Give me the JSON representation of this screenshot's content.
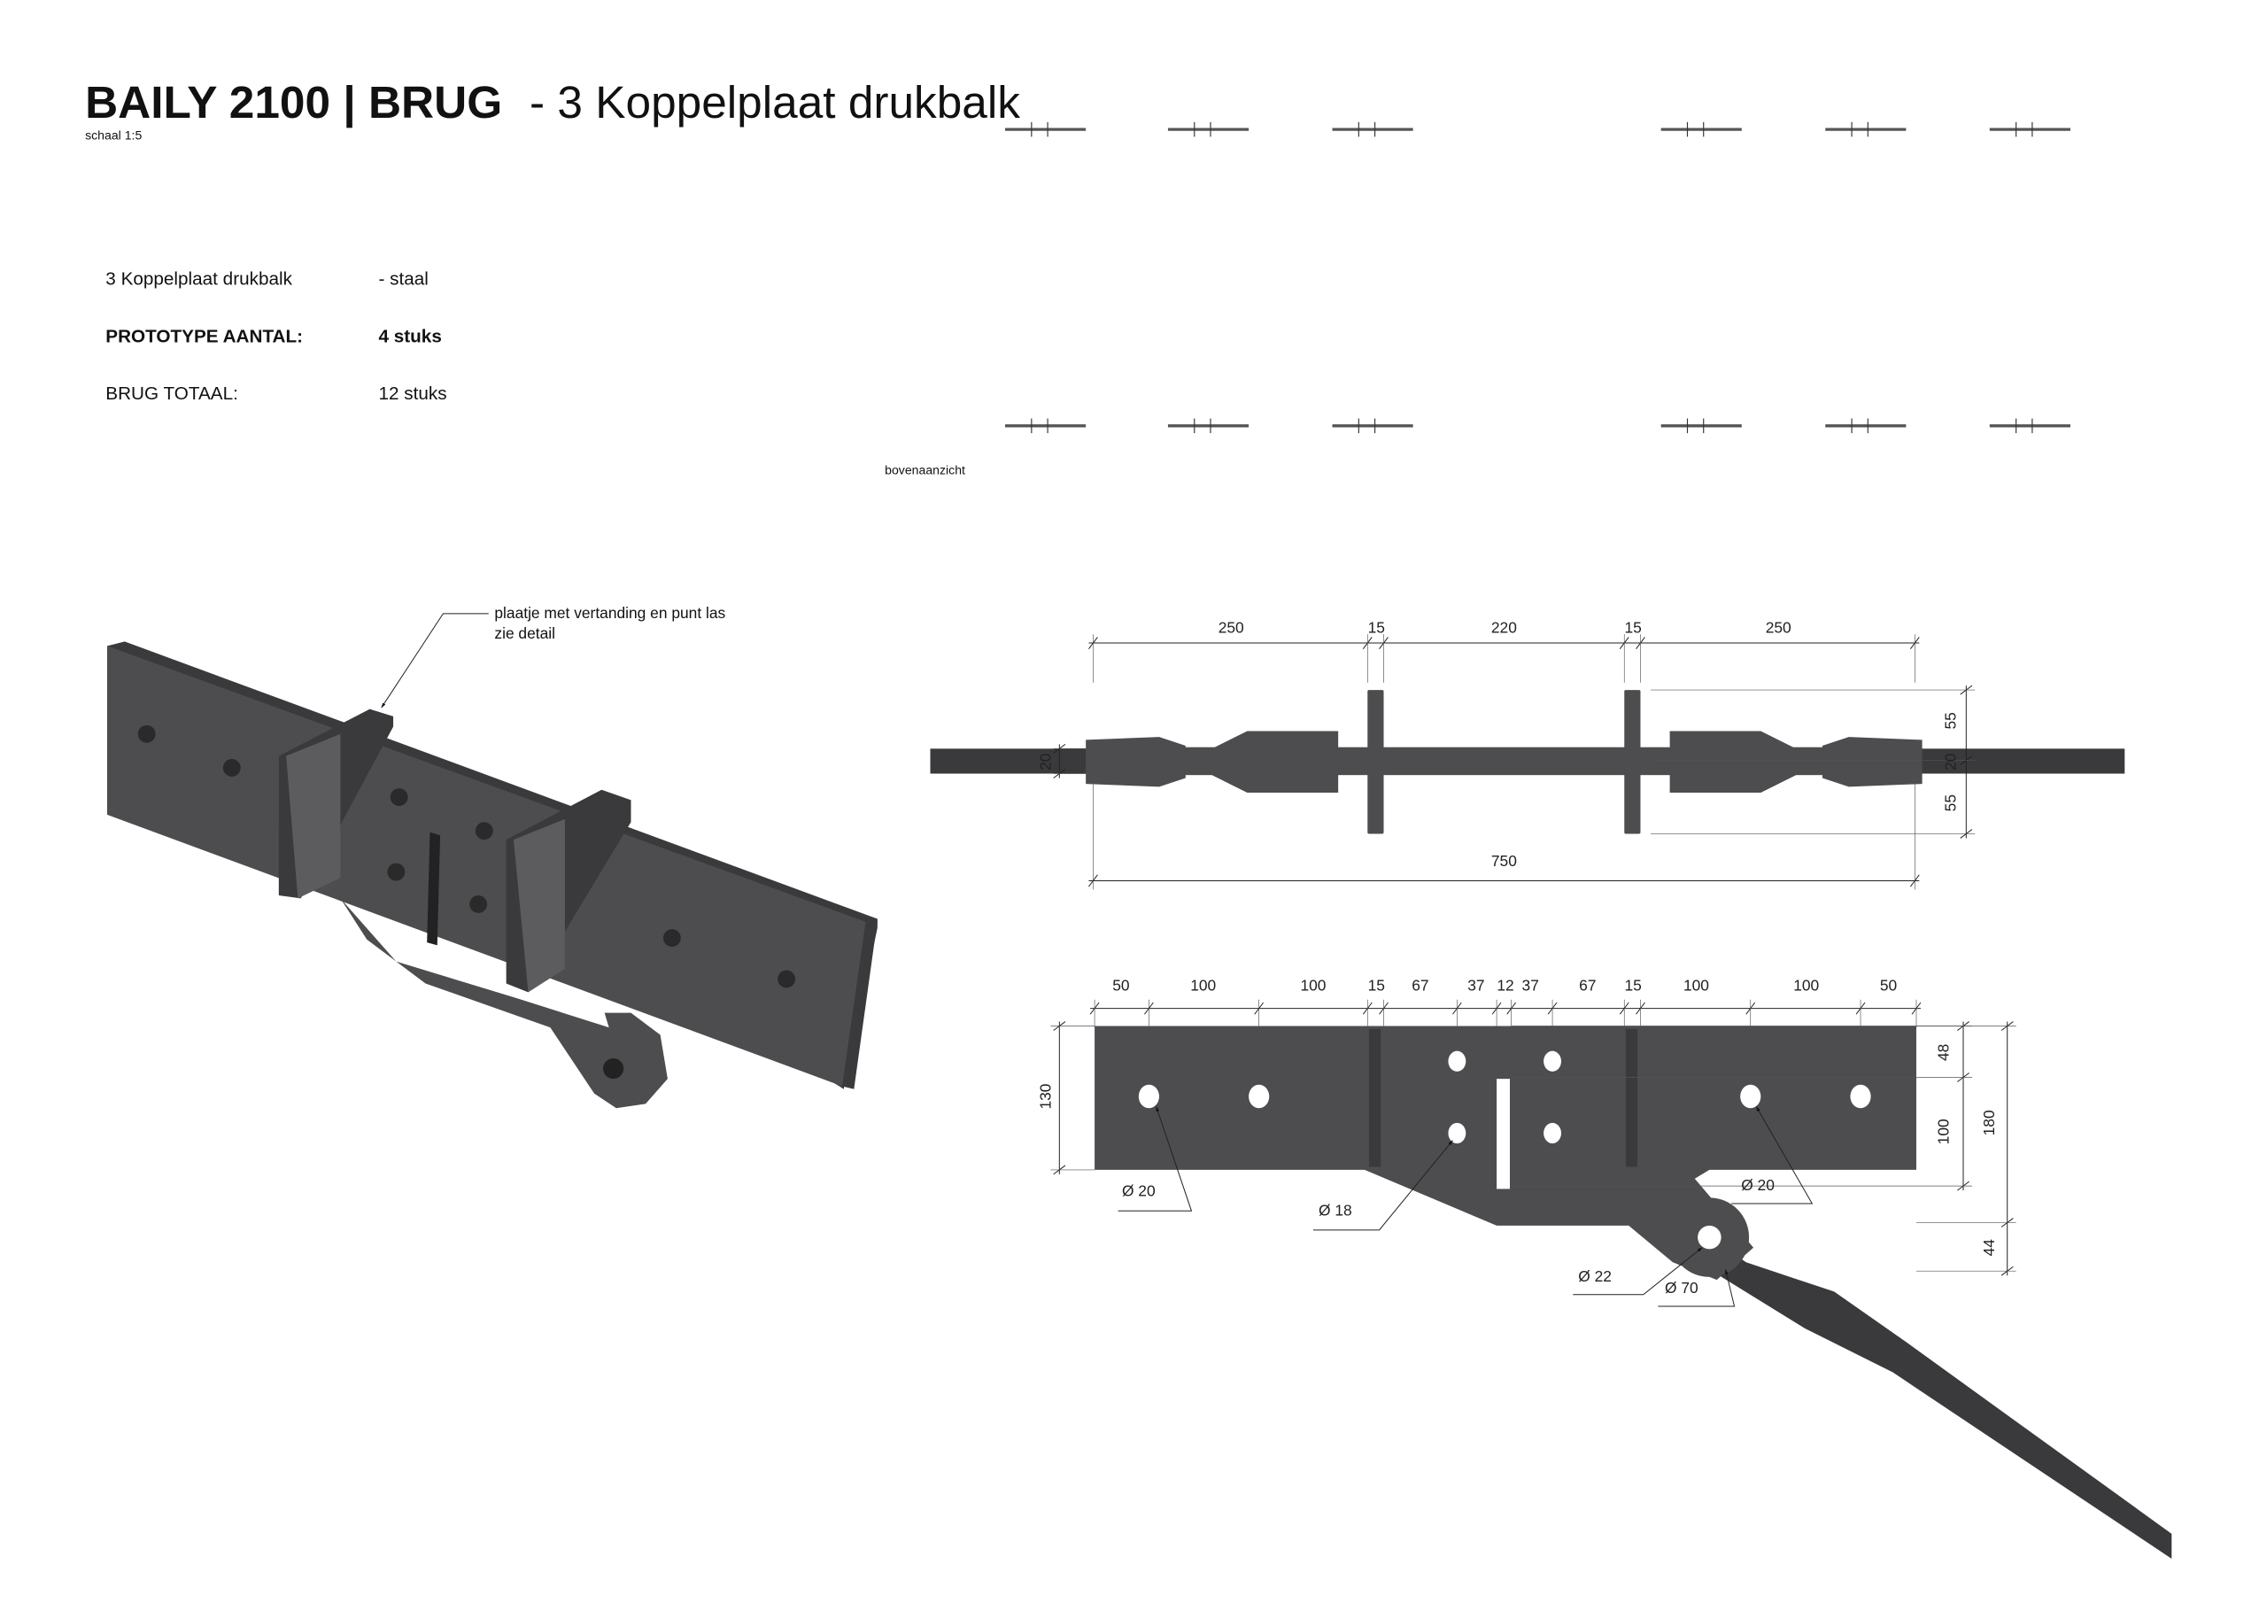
{
  "header": {
    "title_bold": "BAILY 2100 | BRUG",
    "title_rest": "- 3 Koppelplaat drukbalk",
    "scale": "schaal 1:5"
  },
  "info": [
    {
      "label": "3 Koppelplaat drukbalk",
      "value": "- staal",
      "bold": false
    },
    {
      "label": "PROTOTYPE AANTAL:",
      "value": "4 stuks",
      "bold": true
    },
    {
      "label": "BRUG TOTAAL:",
      "value": "12 stuks",
      "bold": false
    }
  ],
  "view_label": "bovenaanzicht",
  "annotation": {
    "line1": "plaatje met vertanding en punt las",
    "line2": "zie detail"
  },
  "top_view": {
    "dims_top": [
      "250",
      "15",
      "220",
      "15",
      "250"
    ],
    "dim_total": "750",
    "dim_left": "20",
    "dims_right": [
      "55",
      "20",
      "55"
    ]
  },
  "front_view": {
    "dims_top": [
      "50",
      "100",
      "100",
      "15",
      "67",
      "37",
      "12",
      "37",
      "67",
      "15",
      "100",
      "100",
      "50"
    ],
    "dim_left": "130",
    "dims_right": [
      "48",
      "100",
      "180",
      "44"
    ],
    "callouts": [
      "Ø 20",
      "Ø 18",
      "Ø 20",
      "Ø 22",
      "Ø 70"
    ]
  },
  "colors": {
    "steel": "#4d4d4f",
    "text": "#111111"
  }
}
